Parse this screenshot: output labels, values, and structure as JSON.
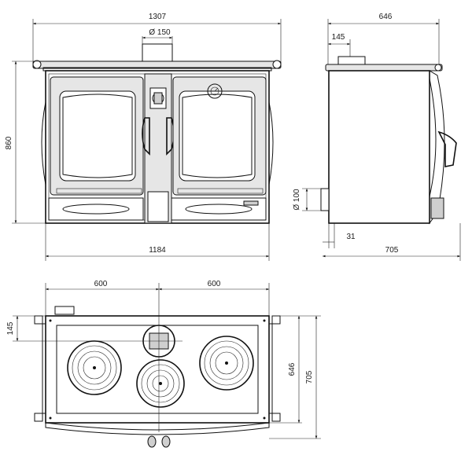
{
  "dimensions": {
    "total_width": "1307",
    "side_depth_top": "646",
    "flue_diameter": "Ø 150",
    "flue_offset": "145",
    "height": "860",
    "body_width": "1184",
    "side_depth_bottom": "705",
    "rear_outlet_diameter": "Ø 100",
    "rear_outlet_offset": "31",
    "plan_left_half": "600",
    "plan_right_half": "600",
    "plan_flue_offset": "145",
    "plan_depth_inner": "646",
    "plan_depth_outer": "705"
  },
  "colors": {
    "line": "#111111",
    "panel": "#e6e6e6",
    "dark": "#cfcfcf",
    "background": "#ffffff"
  },
  "icons": [
    "thermometer-icon",
    "door-handle-icon",
    "hot-plate-icon"
  ]
}
